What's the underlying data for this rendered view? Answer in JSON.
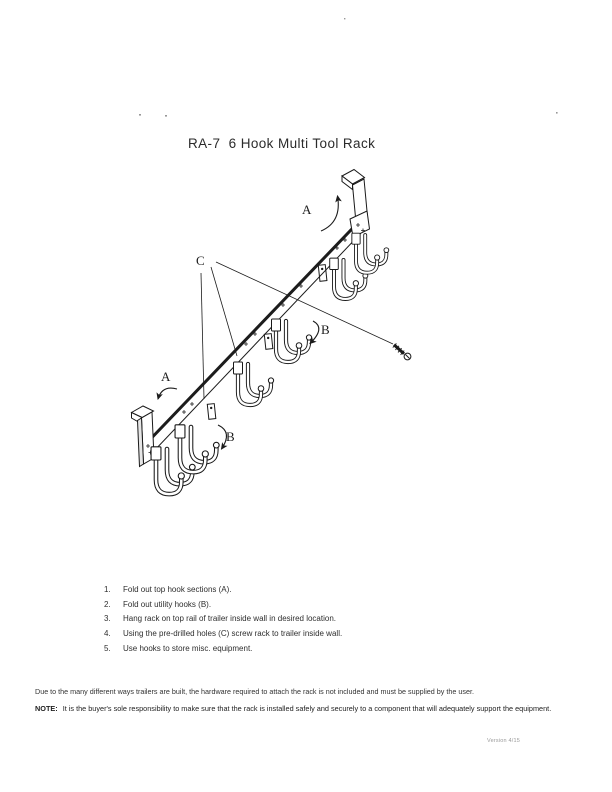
{
  "page": {
    "title": "RA-7  6 Hook Multi Tool Rack",
    "version": "Version 4/15"
  },
  "diagram": {
    "label_a": "A",
    "label_b": "B",
    "label_c": "C"
  },
  "instructions": [
    {
      "num": "1.",
      "text": "Fold out top hook sections (A)."
    },
    {
      "num": "2.",
      "text": "Fold out utility hooks (B)."
    },
    {
      "num": "3.",
      "text": "Hang rack on top rail of trailer inside wall in desired location."
    },
    {
      "num": "4.",
      "text": "Using the pre-drilled holes (C) screw rack to trailer inside wall."
    },
    {
      "num": "5.",
      "text": "Use hooks to store misc. equipment."
    }
  ],
  "footer": {
    "disclaimer": "Due to the many different ways trailers are built, the hardware required to attach the rack is not included and must be supplied by the user.",
    "note_label": "NOTE:",
    "note_text": "It is the buyer's sole responsibility to make sure that the rack is installed safely and securely to a component that will adequately support the equipment."
  }
}
